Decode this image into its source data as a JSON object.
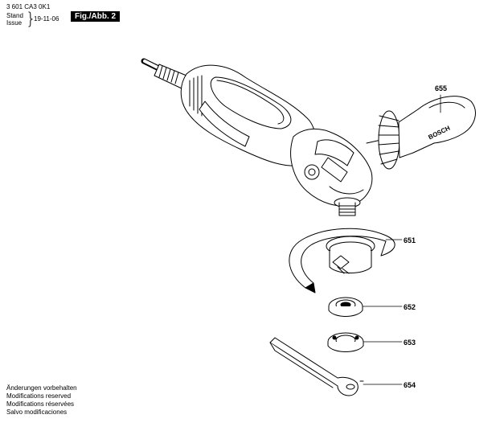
{
  "header": {
    "part_number": "3 601 CA3 0K1",
    "stand_label": "Stand",
    "issue_label": "Issue",
    "date": "19-11-06",
    "figure_label": "Fig./Abb. 2"
  },
  "callouts": [
    "655",
    "651",
    "652",
    "653",
    "654"
  ],
  "handle_brand": "BOSCH",
  "footer": [
    "Änderungen vorbehalten",
    "Modifications reserved",
    "Modifications réservées",
    "Salvo modificaciones"
  ]
}
